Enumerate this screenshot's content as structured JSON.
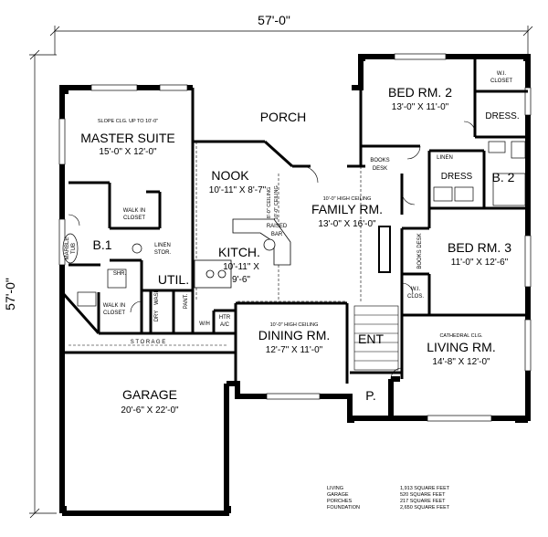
{
  "overall": {
    "width_label": "57'-0\"",
    "depth_label": "57'-0\""
  },
  "rooms": {
    "master_suite": {
      "name": "MASTER SUITE",
      "size": "15'-0\" X 12'-0\"",
      "note": "SLOPE CLG. UP TO 10'-0\""
    },
    "porch": {
      "name": "PORCH"
    },
    "bed2": {
      "name": "BED RM. 2",
      "size": "13'-0\" X 11'-0\""
    },
    "nook": {
      "name": "NOOK",
      "size": "10'-11\" X 8'-7\""
    },
    "family": {
      "name": "FAMILY RM.",
      "size": "13'-0\" X 16'-0\"",
      "note": "10'-0\" HIGH CEILING"
    },
    "kitchen": {
      "name": "KITCH.",
      "size_a": "10'-11\" X",
      "size_b": "9'-6\""
    },
    "bath1": {
      "name": "B.1"
    },
    "bath2": {
      "name": "B. 2"
    },
    "util": {
      "name": "UTIL."
    },
    "bed3": {
      "name": "BED RM. 3",
      "size": "11'-0\" X 12'-6\""
    },
    "dining": {
      "name": "DINING RM.",
      "size": "12'-7\" X 11'-0\"",
      "note": "10'-0\" HIGH CEILING"
    },
    "ent": {
      "name": "ENT"
    },
    "living": {
      "name": "LIVING RM.",
      "size": "14'-8\" X 12'-0\"",
      "note": "CATHEDRAL CLG."
    },
    "garage": {
      "name": "GARAGE",
      "size": "20'-6\" X 22'-0\""
    },
    "p": {
      "name": "P."
    },
    "dress_top": {
      "name": "DRESS."
    },
    "dress_mid": {
      "name": "DRESS"
    }
  },
  "labels": {
    "walk_in_closet_a1": "WALK IN",
    "walk_in_closet_a2": "CLOSET",
    "walk_in_closet_b1": "WALK IN",
    "walk_in_closet_b2": "CLOSET",
    "wi_closet_1": "W.I.",
    "wi_closet_2": "CLOSET",
    "linen_stor_1": "LINEN",
    "linen_stor_2": "STOR.",
    "marble_tub_1": "MARBLE",
    "marble_tub_2": "TUB",
    "shr": "SHR.",
    "pant": "PANT.",
    "wh": "W/H",
    "htr_1": "HTR",
    "htr_2": "A/C",
    "dry": "DRY",
    "wash": "WASH",
    "storage": "S T O R A G E",
    "books_desk_1": "BOOKS",
    "books_desk_2": "DESK",
    "linen": "LINEN",
    "raised_bar_1": "RAISED",
    "raised_bar_2": "BAR",
    "ceiling_8": "8'-0\" CEILING",
    "ceiling_10": "10'-0\" CEILING",
    "books_desk_v": "BOOKS DESK",
    "wi_clos_1": "W.I.",
    "wi_clos_2": "CLOS."
  },
  "areas": [
    {
      "label": "LIVING",
      "value": "1,913  SQUARE  FEET"
    },
    {
      "label": "GARAGE",
      "value": "520  SQUARE  FEET"
    },
    {
      "label": "PORCHES",
      "value": "217  SQUARE  FEET"
    },
    {
      "label": "FOUNDATION",
      "value": "2,650  SQUARE  FEET"
    }
  ]
}
